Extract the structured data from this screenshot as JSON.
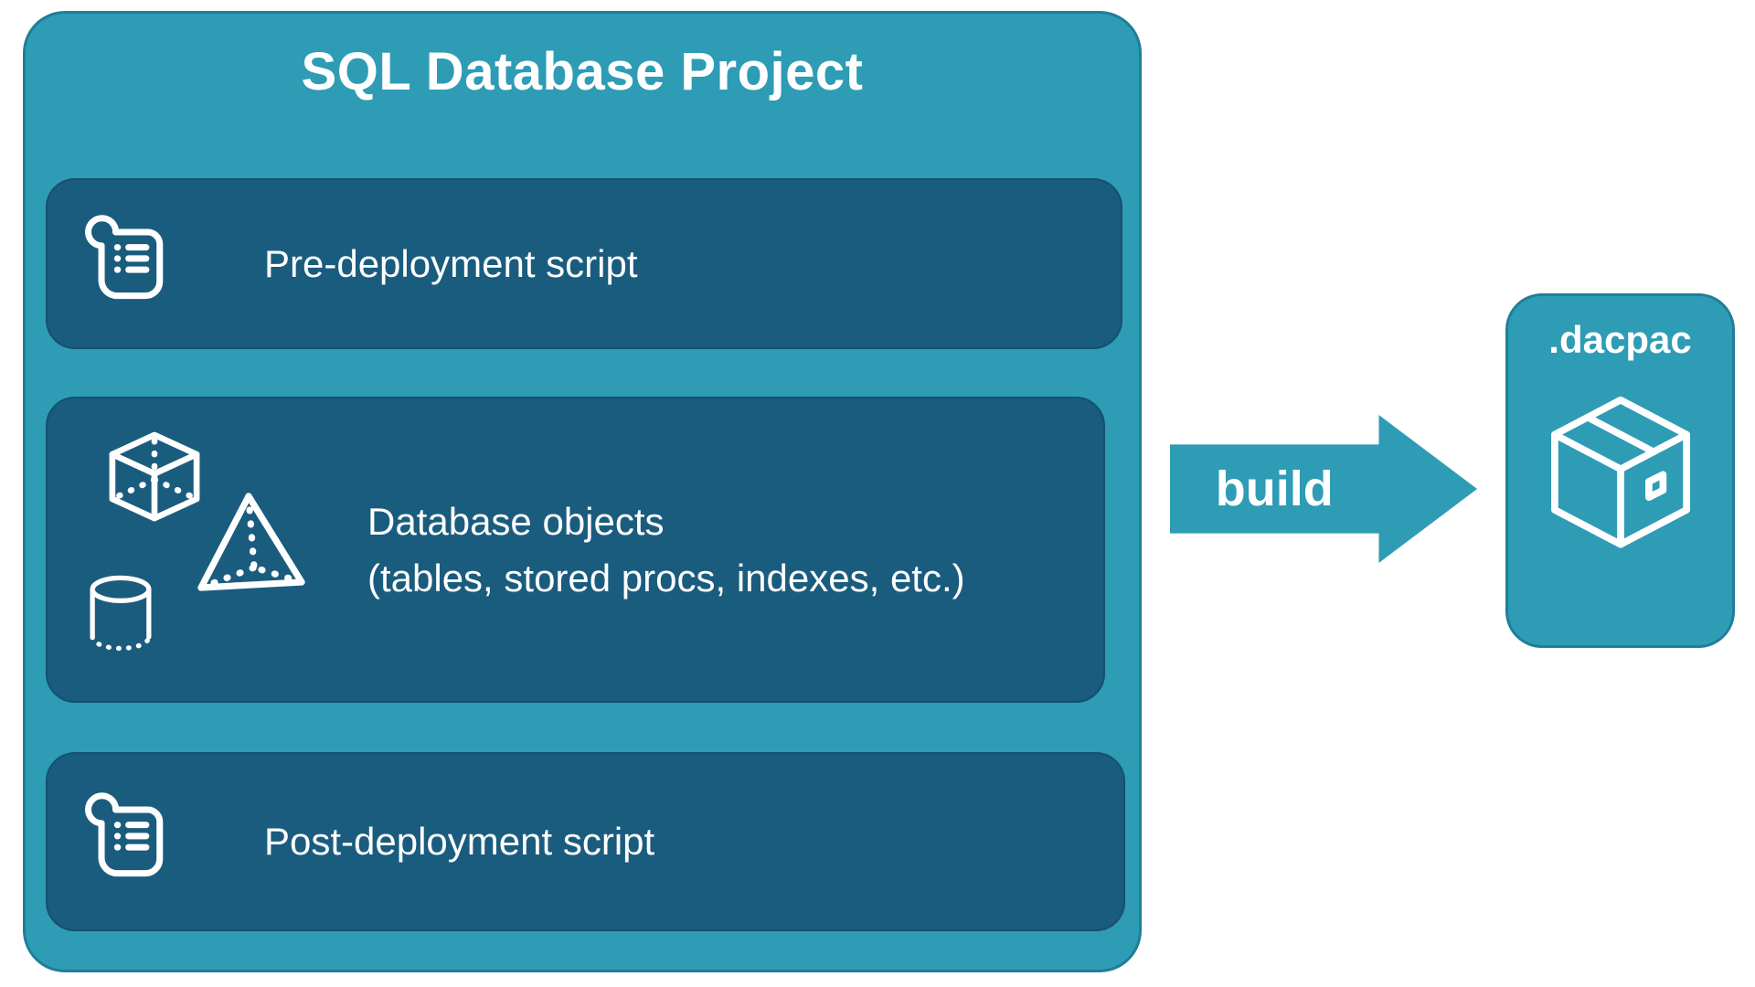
{
  "colors": {
    "teal": "#2E9CB5",
    "tealBorder": "#1F7E99",
    "panel": "#1A5C7E",
    "panelBorder": "#14506F",
    "text": "#FFFFFF"
  },
  "project": {
    "title": "SQL Database Project",
    "panels": [
      {
        "label": "Pre-deployment script",
        "icon": "scroll-icon"
      },
      {
        "label": "Database objects",
        "sublabel": "(tables, stored procs, indexes, etc.)",
        "icons": [
          "cube-icon",
          "pyramid-icon",
          "cylinder-icon"
        ]
      },
      {
        "label": "Post-deployment script",
        "icon": "scroll-icon"
      }
    ]
  },
  "arrow": {
    "label": "build"
  },
  "output": {
    "label": ".dacpac",
    "icon": "package-icon"
  }
}
